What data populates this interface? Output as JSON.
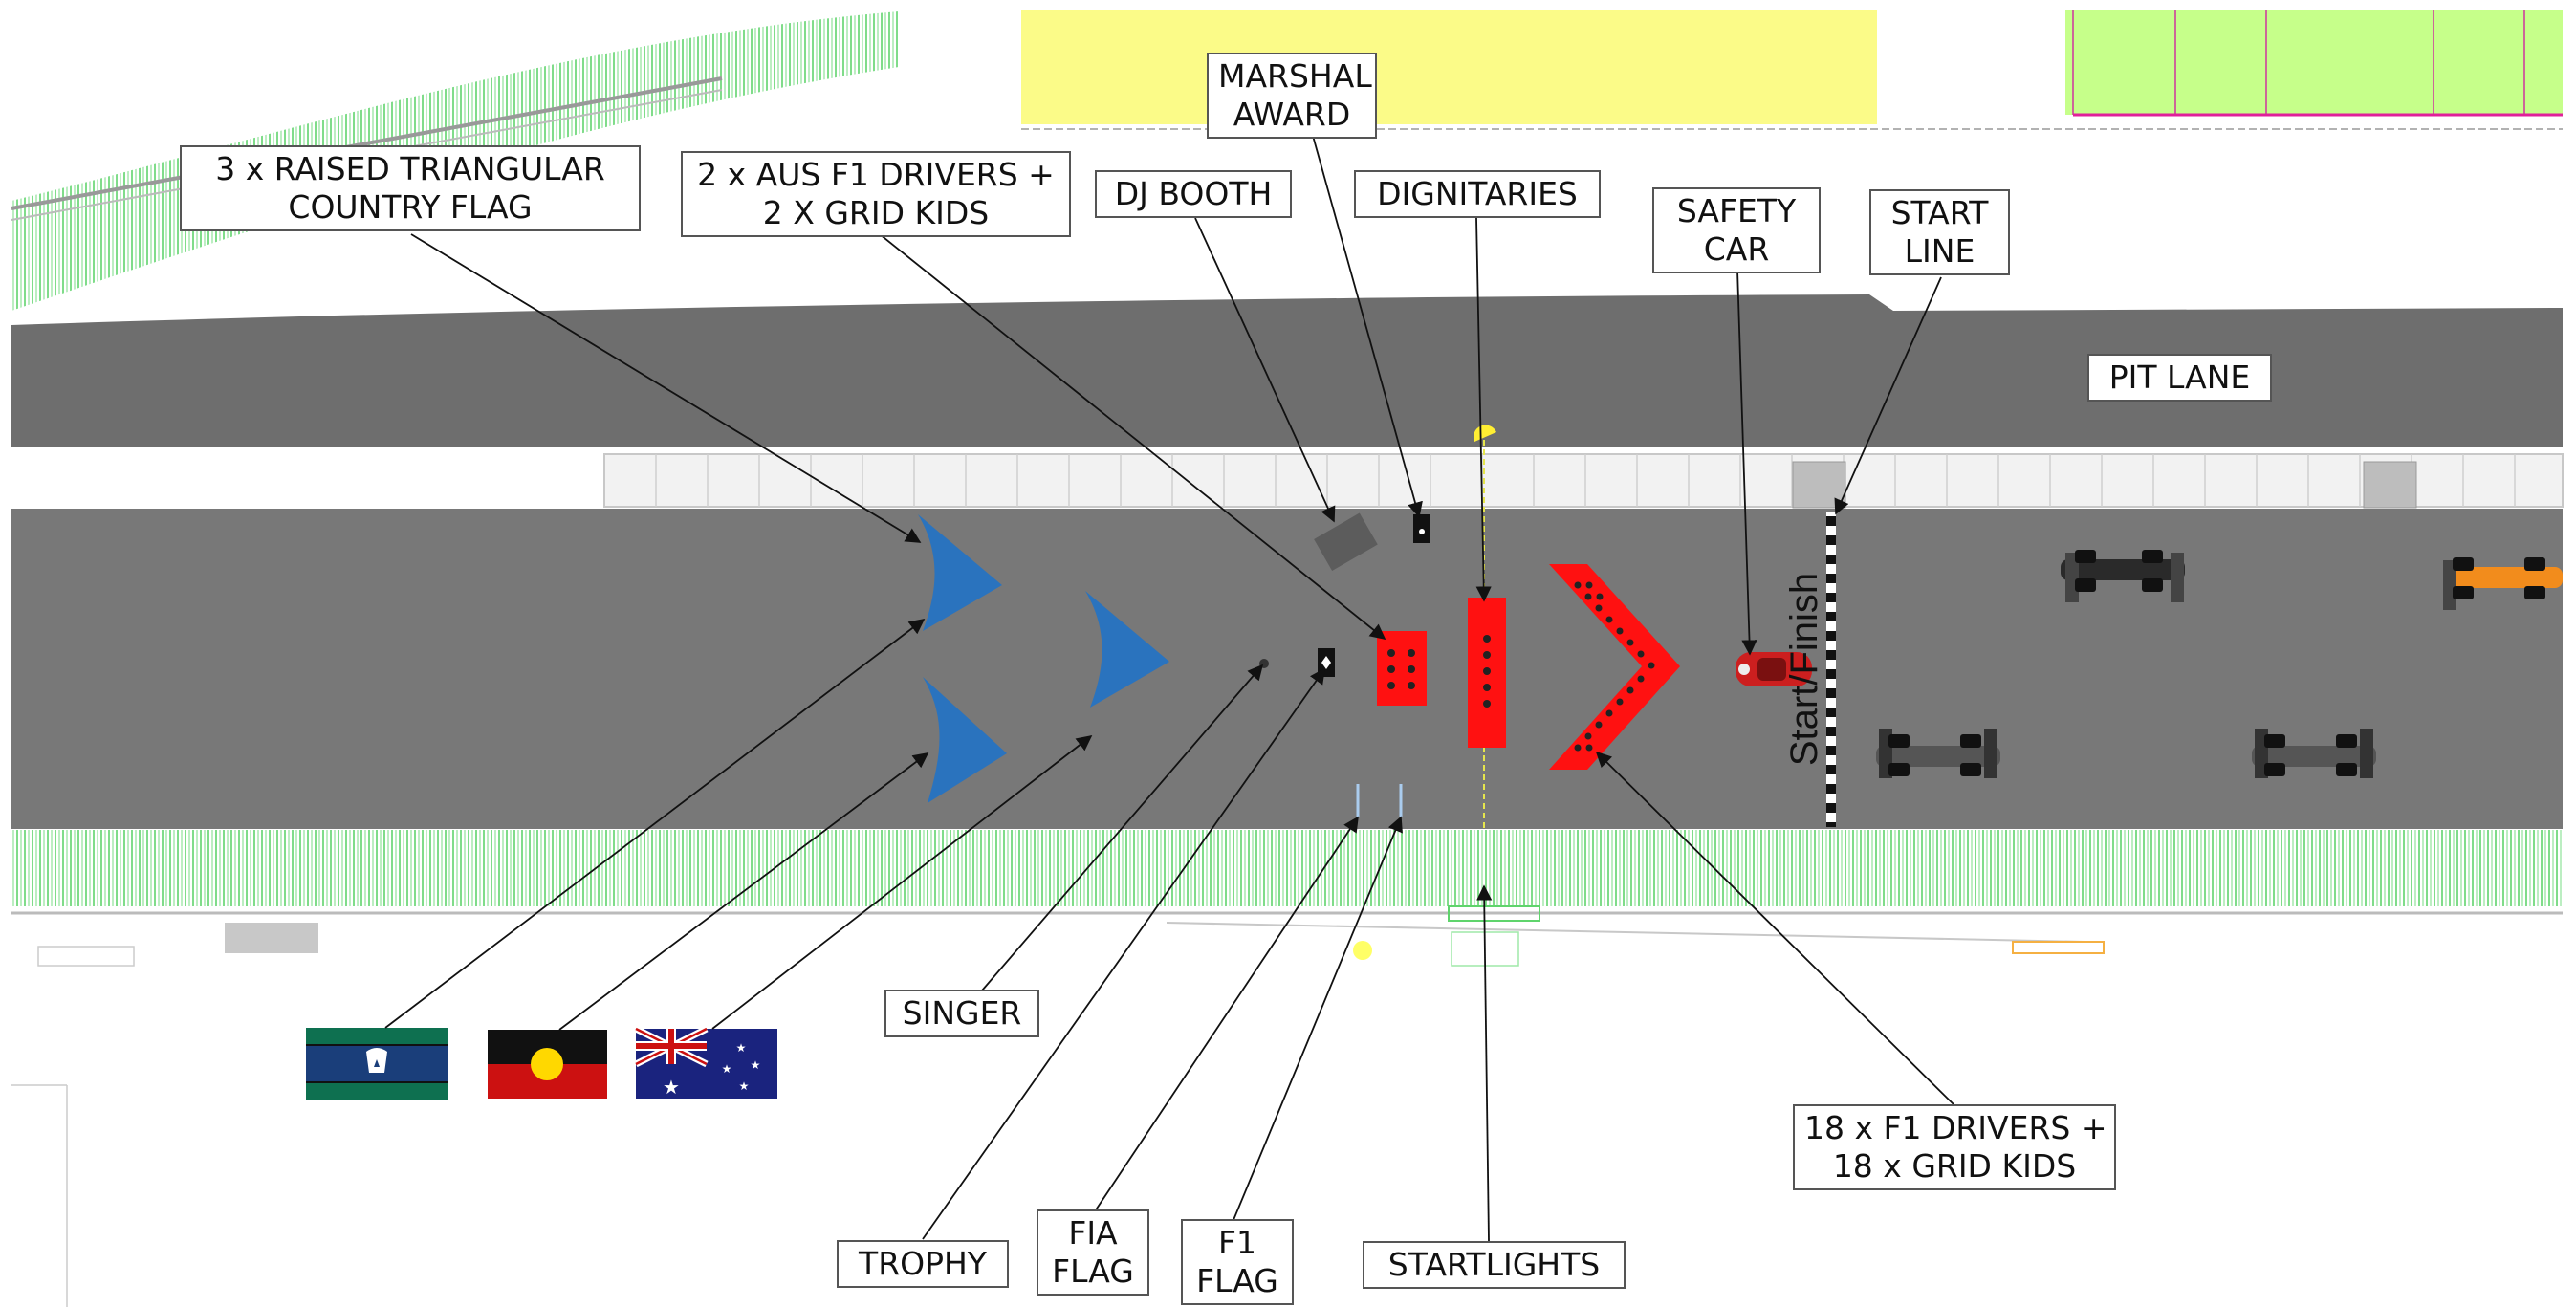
{
  "labels": {
    "raised_flag": [
      "3 x RAISED TRIANGULAR",
      "COUNTRY FLAG"
    ],
    "aus_drivers": [
      "2 x AUS F1 DRIVERS +",
      "2 X GRID KIDS"
    ],
    "dj_booth": [
      "DJ BOOTH"
    ],
    "marshal_award": [
      "MARSHAL",
      "AWARD"
    ],
    "dignitaries": [
      "DIGNITARIES"
    ],
    "safety_car": [
      "SAFETY",
      "CAR"
    ],
    "start_line": [
      "START",
      "LINE"
    ],
    "pit_lane": [
      "PIT LANE"
    ],
    "singer": [
      "SINGER"
    ],
    "trophy": [
      "TROPHY"
    ],
    "fia_flag": [
      "FIA",
      "FLAG"
    ],
    "f1_flag": [
      "F1",
      "FLAG"
    ],
    "startlights": [
      "STARTLIGHTS"
    ],
    "drivers_grid": [
      "18 x F1 DRIVERS +",
      "18 x GRID KIDS"
    ]
  },
  "track_text": "Start/Finish",
  "flags": [
    {
      "name": "torres-strait-islander-flag"
    },
    {
      "name": "aboriginal-flag"
    },
    {
      "name": "australian-flag"
    }
  ],
  "colors": {
    "track": "#787878",
    "pit_lane": "#6e6e6e",
    "grass": "#7fe08a",
    "country_flag_shape": "#2a73be",
    "red_zone": "#ff1111",
    "yellow_area": "#fbfb88",
    "green_area": "#c6ff8a"
  }
}
